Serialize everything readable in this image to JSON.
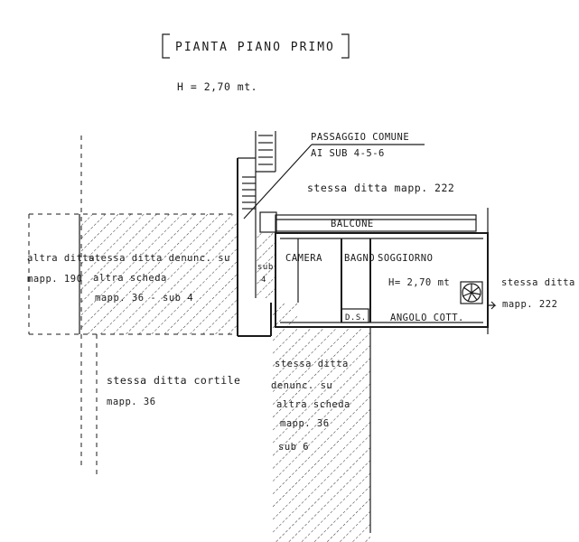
{
  "title": "PIANTA PIANO PRIMO",
  "height_note": "H = 2,70 mt.",
  "labels": {
    "passaggio_line1": "PASSAGGIO COMUNE",
    "passaggio_line2": "AI SUB 4-5-6",
    "stessa_ditta_top": "stessa ditta mapp. 222",
    "balcone": "BALCONE",
    "camera": "CAMERA",
    "bagno": "BAGNO",
    "soggiorno": "SOGGIORNO",
    "h_room": "H= 2,70 mt",
    "ds": "D.S.",
    "angolo_cottura": "ANGOLO COTT.",
    "sub_side_1": "sub",
    "sub_side_2": "4",
    "altra_ditta_1": "altra ditta",
    "altra_ditta_2": "mapp. 190",
    "left_block_1": "stessa ditta denunc. su",
    "left_block_2": "altra scheda",
    "left_block_3": "mapp. 36 - sub 4",
    "right_ditta_1": "stessa ditta",
    "right_ditta_2": "mapp. 222",
    "cortile_1": "stessa ditta cortile",
    "cortile_2": "mapp. 36",
    "lower_1": "stessa ditta",
    "lower_2": "denunc. su",
    "lower_3": "altra scheda",
    "lower_4": "mapp. 36",
    "lower_5": "sub 6"
  }
}
